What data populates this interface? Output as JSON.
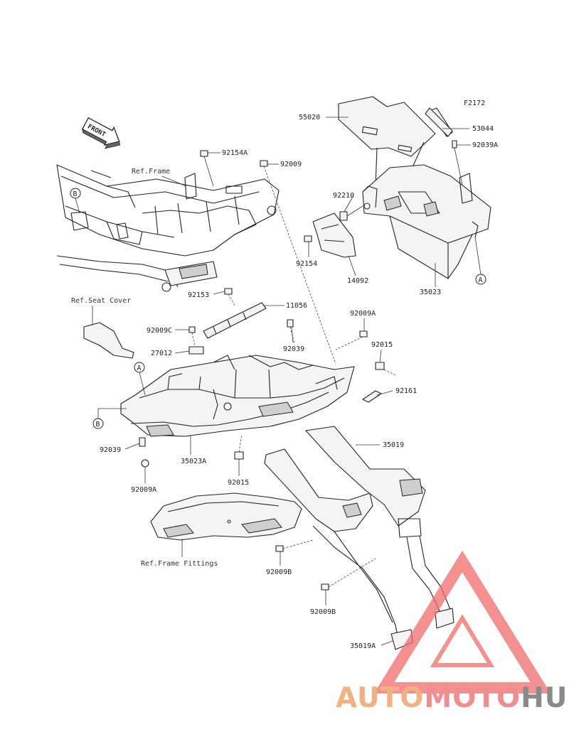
{
  "figure_code": "F2172",
  "front_marker": "FRONT",
  "refs": {
    "frame": "Ref.Frame",
    "seat_cover": "Ref.Seat Cover",
    "frame_fittings": "Ref.Frame Fittings"
  },
  "callouts": [
    "A",
    "B"
  ],
  "parts": [
    {
      "id": "p55020",
      "number": "55020"
    },
    {
      "id": "p53044",
      "number": "53044"
    },
    {
      "id": "p92039A_top",
      "number": "92039A"
    },
    {
      "id": "p92154A",
      "number": "92154A"
    },
    {
      "id": "p92009_top",
      "number": "92009"
    },
    {
      "id": "p92210",
      "number": "92210"
    },
    {
      "id": "p92154",
      "number": "92154"
    },
    {
      "id": "p14092",
      "number": "14092"
    },
    {
      "id": "p35023",
      "number": "35023"
    },
    {
      "id": "p92153",
      "number": "92153"
    },
    {
      "id": "p11056",
      "number": "11056"
    },
    {
      "id": "p92009A_right",
      "number": "92009A"
    },
    {
      "id": "p92009C",
      "number": "92009C"
    },
    {
      "id": "p92039_mid",
      "number": "92039"
    },
    {
      "id": "p27012",
      "number": "27012"
    },
    {
      "id": "p92015_right",
      "number": "92015"
    },
    {
      "id": "p92161",
      "number": "92161"
    },
    {
      "id": "p35019",
      "number": "35019"
    },
    {
      "id": "p92039_left",
      "number": "92039"
    },
    {
      "id": "p35023A",
      "number": "35023A"
    },
    {
      "id": "p92015_bottom",
      "number": "92015"
    },
    {
      "id": "p92009A_left",
      "number": "92009A"
    },
    {
      "id": "p92009B_a",
      "number": "92009B"
    },
    {
      "id": "p92009B_b",
      "number": "92009B"
    },
    {
      "id": "p35019A",
      "number": "35019A"
    }
  ],
  "watermark": {
    "part1": "AUTO",
    "part2": "MOTO",
    "part3": "HUB",
    "color1": "#f2b183",
    "color2": "#ef8e8e",
    "color3": "#8a8a8a",
    "triangle_color": "#ef6b6b"
  }
}
